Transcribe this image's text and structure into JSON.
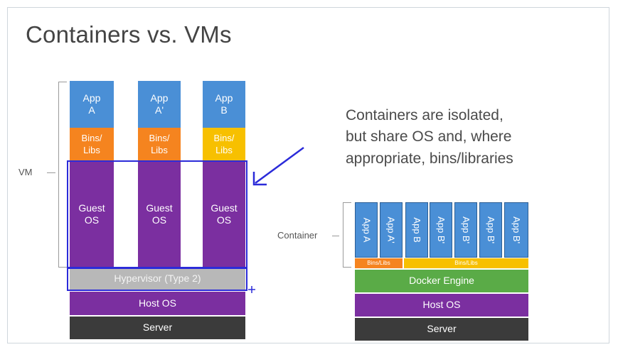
{
  "title": "Containers vs. VMs",
  "vm": {
    "label": "VM",
    "apps": [
      "App\nA",
      "App\nA'",
      "App\nB"
    ],
    "bins": [
      "Bins/\nLibs",
      "Bins/\nLibs",
      "Bins/\nLibs"
    ],
    "guest_os": [
      "Guest\nOS",
      "Guest\nOS",
      "Guest\nOS"
    ],
    "hypervisor": "Hypervisor (Type 2)",
    "host_os": "Host OS",
    "server": "Server"
  },
  "description": [
    "Containers are isolated,",
    "but share OS and, where",
    "appropriate, bins/libraries"
  ],
  "container": {
    "label": "Container",
    "apps": [
      "App A",
      "App A'",
      "App B",
      "App B'",
      "App B'",
      "App B'",
      "App B'"
    ],
    "bins": [
      "Bins/Libs",
      "Bins/Libs"
    ],
    "docker_engine": "Docker Engine",
    "host_os": "Host OS",
    "server": "Server"
  },
  "colors": {
    "app": "#4a8fd6",
    "bins_orange": "#f5841f",
    "bins_yellow": "#f7c000",
    "guest_os": "#7b2fa0",
    "hypervisor": "#b8b8b8",
    "docker": "#5aab47",
    "server": "#3b3b3b",
    "annotation": "#2b2bd9"
  }
}
